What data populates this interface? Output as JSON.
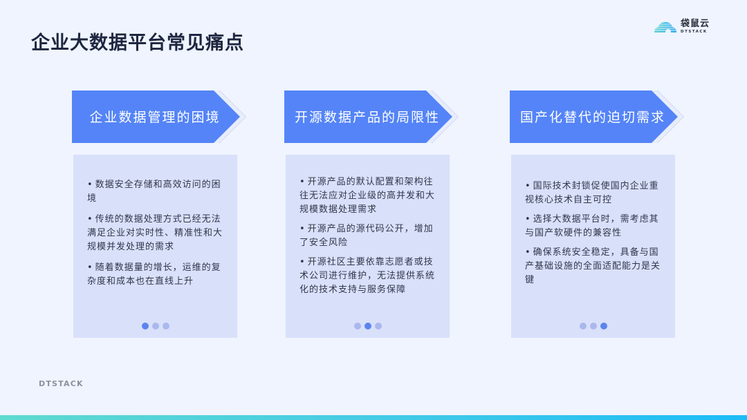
{
  "title": "企业大数据平台常见痛点",
  "brand": {
    "name_cn": "袋鼠云",
    "name_en": "DTSTACK",
    "icon": "cloud-logo-icon"
  },
  "columns": [
    {
      "heading": "企业数据管理的困境",
      "bullets": [
        "数据安全存储和高效访问的困境",
        "传统的数据处理方式已经无法满足企业对实时性、精准性和大规模并发处理的需求",
        "随着数据量的增长，运维的复杂度和成本也在直线上升"
      ],
      "active_dot": 0
    },
    {
      "heading": "开源数据产品的局限性",
      "bullets": [
        "开源产品的默认配置和架构往往无法应对企业级的高并发和大规模数据处理需求",
        "开源产品的源代码公开，增加了安全风险",
        "开源社区主要依靠志愿者或技术公司进行维护，无法提供系统化的技术支持与服务保障"
      ],
      "active_dot": 1
    },
    {
      "heading": "国产化替代的迫切需求",
      "bullets": [
        "国际技术封锁促使国内企业重视核心技术自主可控",
        "选择大数据平台时，需考虑其与国产软硬件的兼容性",
        "确保系统安全稳定，具备与国产基础设施的全面适配能力是关键"
      ],
      "active_dot": 2
    }
  ],
  "footer": {
    "logo_text": "DTSTACK"
  },
  "colors": {
    "background": "#eff4fe",
    "arrow_fill": "#5484f7",
    "card_fill": "#d9e0fa",
    "dot_active": "#5c84ee",
    "dot_inactive": "#aab8ee",
    "title": "#1e2640",
    "bar_start": "#5fdacf",
    "bar_end": "#1cbcf7"
  }
}
